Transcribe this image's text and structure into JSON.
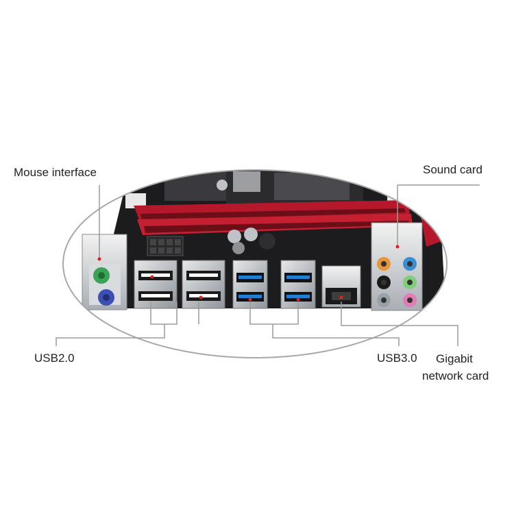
{
  "labels": {
    "mouse_interface": "Mouse interface",
    "sound_card": "Sound card",
    "usb2": "USB2.0",
    "usb3": "USB3.0",
    "gigabit_line1": "Gigabit",
    "gigabit_line2": "network card"
  },
  "colors": {
    "pcb": "#1c1c1f",
    "dimm_slot": "#b5182a",
    "marker": "#e0201b",
    "leader": "#9a9a9a",
    "ps2_mouse": "#3aa356",
    "ps2_keyboard": "#3b4fb5",
    "audio_orange": "#e8963c",
    "audio_blue": "#3b8fd1",
    "audio_black": "#1b1b1b",
    "audio_green": "#7fcf7a",
    "audio_gray": "#9aa0a8",
    "audio_pink": "#e27cb4",
    "usb3_tongue": "#1f7fd4"
  },
  "icons": [
    "motherboard-io-panel-photo"
  ]
}
